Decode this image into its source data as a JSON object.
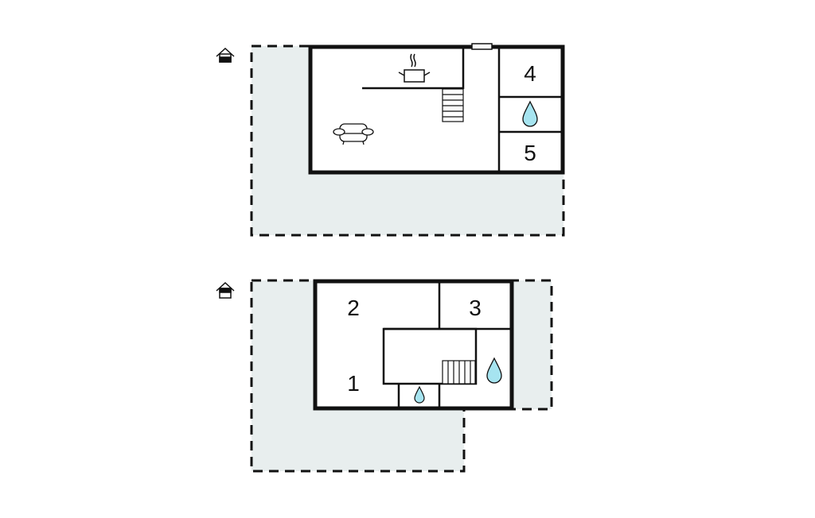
{
  "colors": {
    "wall": "#111111",
    "terrace": "#e8eeee",
    "water": "#a6e4f0"
  },
  "upper_floor": {
    "room_labels": [
      "4",
      "5"
    ],
    "icons": [
      "entrance-icon",
      "kitchen-pot-icon",
      "sofa-icon",
      "stairs-icon",
      "bathroom-drop-icon",
      "window-icon"
    ]
  },
  "ground_floor": {
    "room_labels": [
      "2",
      "3",
      "1"
    ],
    "icons": [
      "entrance-icon",
      "stairs-icon",
      "bathroom-drop-icon",
      "toilet-drop-icon"
    ]
  }
}
